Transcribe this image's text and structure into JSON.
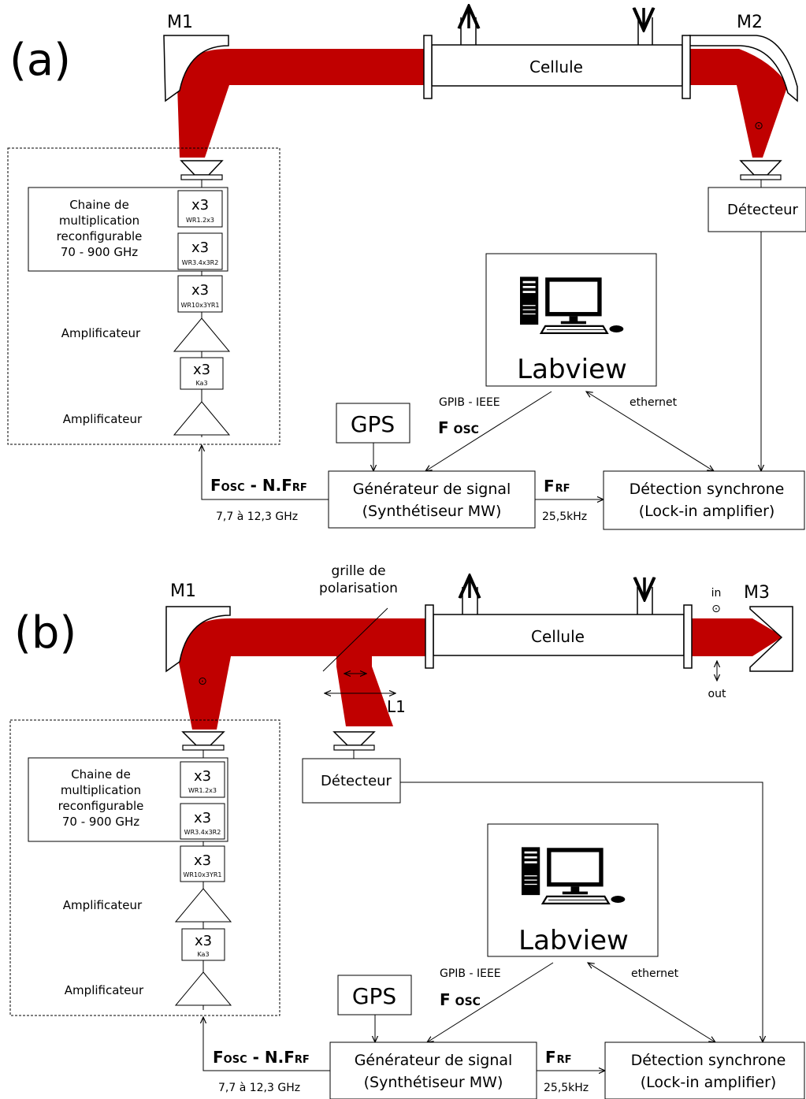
{
  "colors": {
    "beam": "#c00000",
    "stroke": "#000000",
    "background": "#ffffff"
  },
  "panel_a": {
    "label": "(a)",
    "mirror_1": "M1",
    "mirror_2": "M2",
    "cell": "Cellule",
    "chain": {
      "line1": "Chaine de",
      "line2": "multiplication",
      "line3": "reconfigurable",
      "line4": "70 - 900 GHz"
    },
    "mult1": {
      "factor": "x3",
      "ref": "WR1.2x3"
    },
    "mult2": {
      "factor": "x3",
      "ref": "WR3.4x3R2"
    },
    "mult3": {
      "factor": "x3",
      "ref": "WR10x3YR1"
    },
    "mult4": {
      "factor": "x3",
      "ref": "Ka3"
    },
    "amp1": "Amplificateur",
    "amp2": "Amplificateur",
    "detector": "Détecteur",
    "computer": "Labview",
    "gpib": "GPIB - IEEE",
    "ethernet": "ethernet",
    "f_osc": {
      "f": "F",
      "sub": "OSC"
    },
    "gps": "GPS",
    "generator": {
      "line1": "Générateur de signal",
      "line2": "(Synthétiseur MW)"
    },
    "lockin": {
      "line1": "Détection synchrone",
      "line2": "(Lock-in amplifier)"
    },
    "f_rf": {
      "f": "F",
      "sub": "RF"
    },
    "rf_freq": "25,5kHz",
    "fosc_nfrf": {
      "f1": "F",
      "sub1": "OSC",
      "mid": " - N.F",
      "sub2": "RF"
    },
    "freq_range": "7,7 à 12,3 GHz"
  },
  "panel_b": {
    "label": "(b)",
    "mirror_1": "M1",
    "mirror_3": "M3",
    "cell": "Cellule",
    "grid": {
      "line1": "grille de",
      "line2": "polarisation"
    },
    "lens": "L1",
    "pol_in": "in",
    "pol_out": "out",
    "chain": {
      "line1": "Chaine de",
      "line2": "multiplication",
      "line3": "reconfigurable",
      "line4": "70 - 900 GHz"
    },
    "mult1": {
      "factor": "x3",
      "ref": "WR1.2x3"
    },
    "mult2": {
      "factor": "x3",
      "ref": "WR3.4x3R2"
    },
    "mult3": {
      "factor": "x3",
      "ref": "WR10x3YR1"
    },
    "mult4": {
      "factor": "x3",
      "ref": "Ka3"
    },
    "amp1": "Amplificateur",
    "amp2": "Amplificateur",
    "detector": "Détecteur",
    "computer": "Labview",
    "gpib": "GPIB - IEEE",
    "ethernet": "ethernet",
    "f_osc": {
      "f": "F",
      "sub": "OSC"
    },
    "gps": "GPS",
    "generator": {
      "line1": "Générateur de signal",
      "line2": "(Synthétiseur MW)"
    },
    "lockin": {
      "line1": "Détection synchrone",
      "line2": "(Lock-in amplifier)"
    },
    "f_rf": {
      "f": "F",
      "sub": "RF"
    },
    "rf_freq": "25,5kHz",
    "fosc_nfrf": {
      "f1": "F",
      "sub1": "OSC",
      "mid": " - N.F",
      "sub2": "RF"
    },
    "freq_range": "7,7 à 12,3 GHz"
  }
}
